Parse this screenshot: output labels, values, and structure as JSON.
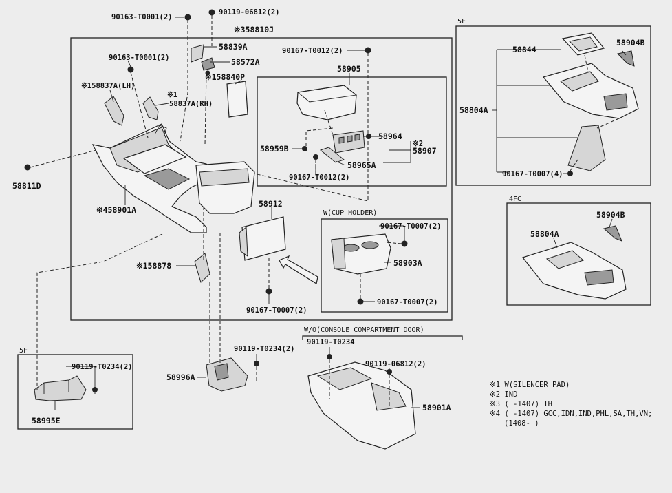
{
  "labels": {
    "p90163_t0001_a": "90163-T0001(2)",
    "p90119_06812_a": "90119-06812(2)",
    "p358810j": "※358810J",
    "p90163_t0001_b": "90163-T0001(2)",
    "p58839a": "58839A",
    "p58572a": "58572A",
    "p58840p": "※158840P",
    "p58837a_lh": "※158837A(LH)",
    "p58837a_rh_mark": "※1",
    "p58837a_rh": "58837A(RH)",
    "p90167_t0012_a": "90167-T0012(2)",
    "p58905": "58905",
    "p58964": "58964",
    "p58907_mark": "※2",
    "p58907": "58907",
    "p58959b": "58959B",
    "p58965a": "58965A",
    "p90167_t0012_b": "90167-T0012(2)",
    "p58811d": "58811D",
    "p458901a": "※458901A",
    "p58912": "58912",
    "p158878": "※158878",
    "p90167_t0007_a": "90167-T0007(2)",
    "p58903a": "58903A",
    "p90167_t0007_b": "90167-T0007(2)",
    "p90167_t0007_c": "90167-T0007(2)",
    "p5f_a": "5F",
    "p58844": "58844",
    "p58904b_a": "58904B",
    "p58804a_a": "58804A",
    "p90167_t0007_d": "90167-T0007(4)",
    "p4fc": "4FC",
    "p58904b_b": "58904B",
    "p58804a_b": "58804A",
    "p5f_b": "5F",
    "p90119_t0234_a": "90119-T0234(2)",
    "p58995e": "58995E",
    "p90119_t0234_b": "90119-T0234(2)",
    "p58996a": "58996A",
    "p90119_t0234_c": "90119-T0234",
    "p90119_06812_b": "90119-06812(2)",
    "p58901a": "58901A"
  },
  "headers": {
    "cup_holder": "W(CUP HOLDER)",
    "wo_console_door": "W/O(CONSOLE COMPARTMENT DOOR)"
  },
  "notes": [
    "※1 W(SILENCER PAD)",
    "※2 IND",
    "※3 (     -1407) TH",
    "※4 (     -1407) GCC,IDN,IND,PHL,SA,TH,VN;",
    "(1408-     )"
  ]
}
